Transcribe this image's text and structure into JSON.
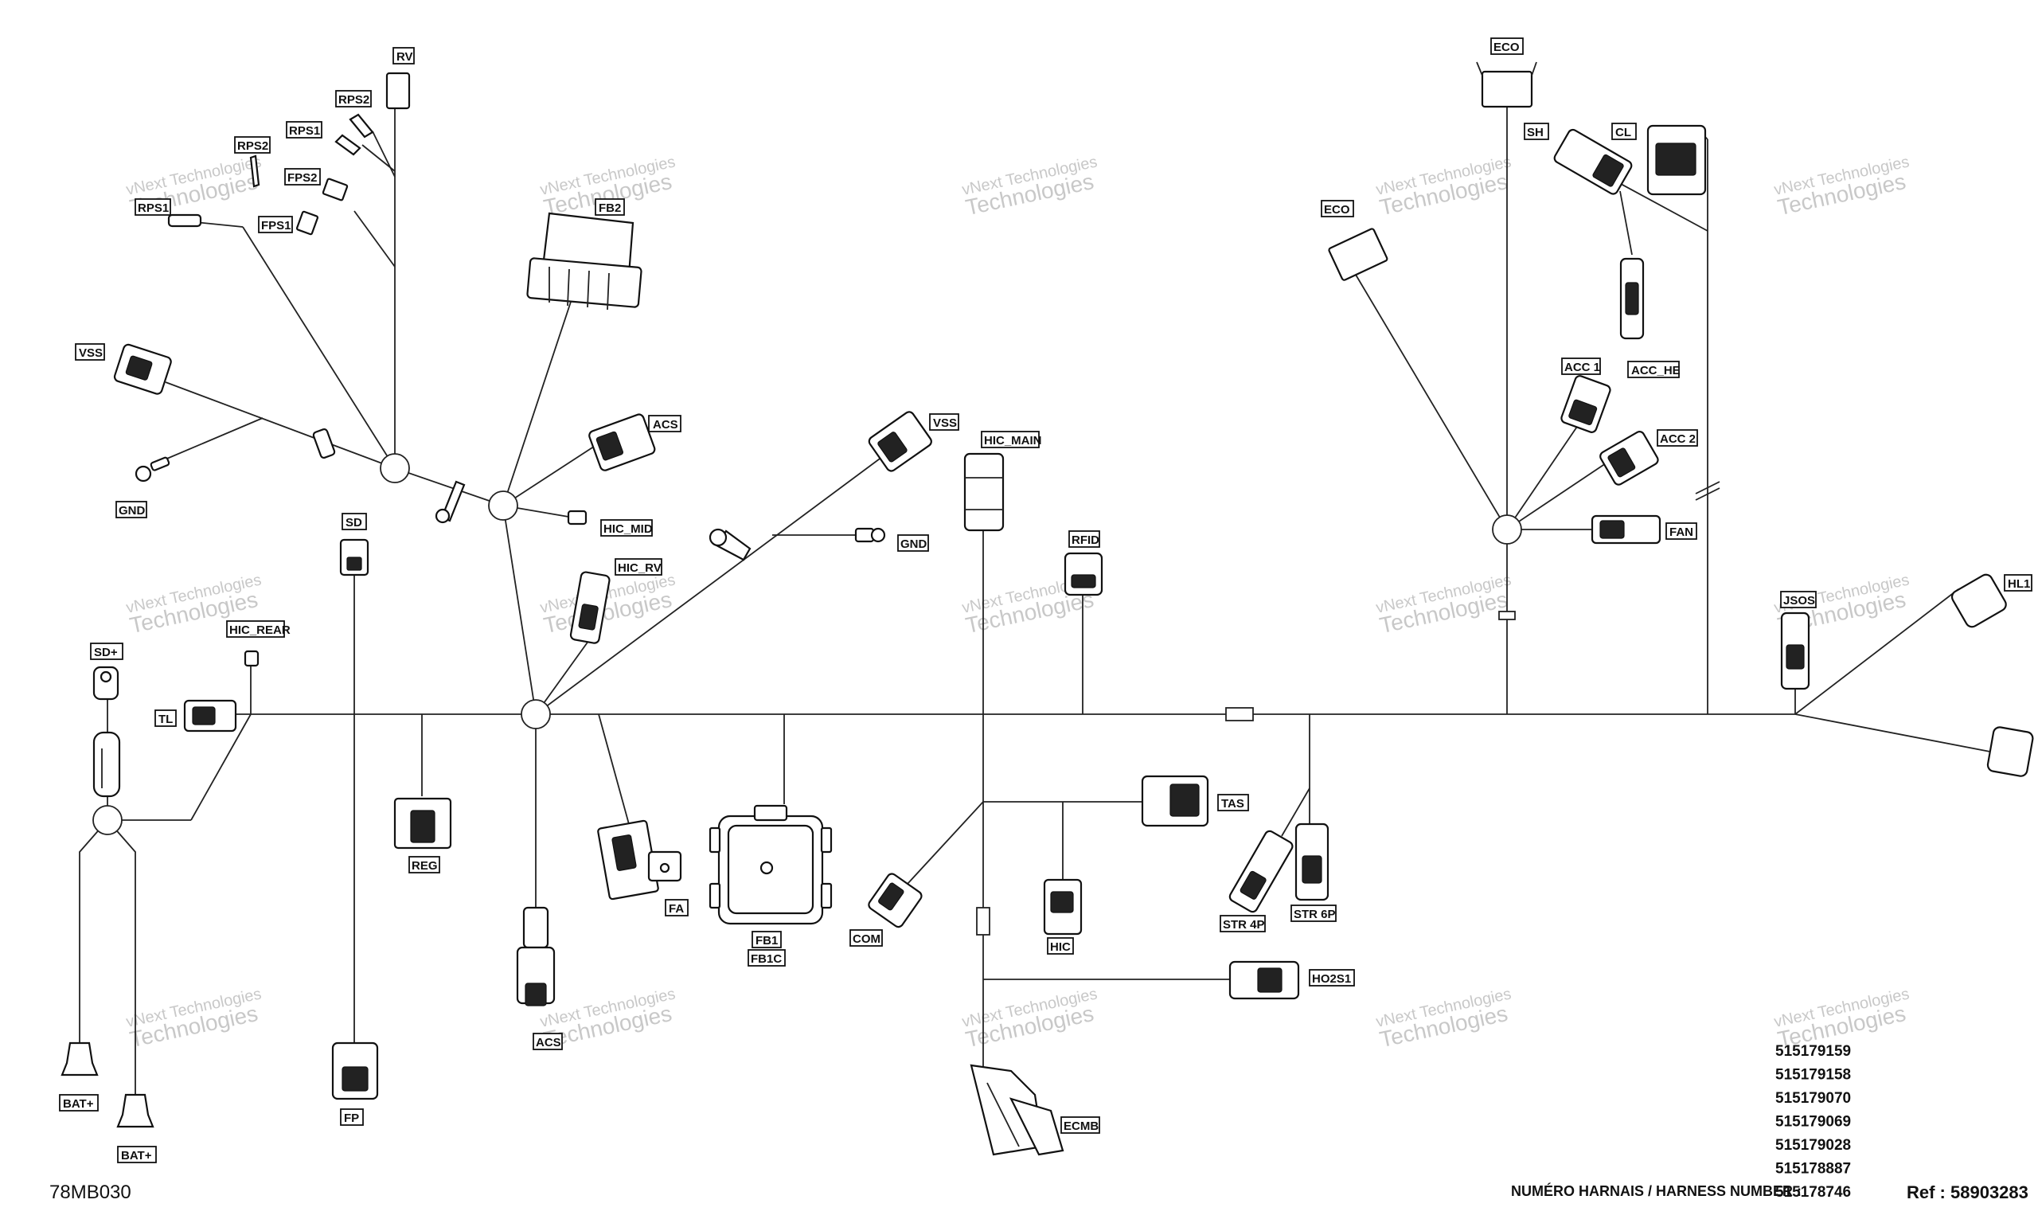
{
  "drawing_code": "78MB030",
  "harness_label": "NUMÉRO HARNAIS / HARNESS NUMBER :",
  "ref_label": "Ref : 58903283",
  "harness_numbers": [
    "515179159",
    "515179158",
    "515179070",
    "515179069",
    "515179028",
    "515178887",
    "515178746"
  ],
  "watermark": {
    "line1": "vNext Technologies",
    "line2": "Technologies"
  },
  "labels": {
    "RV": "RV",
    "RPS2_a": "RPS2",
    "RPS1_a": "RPS1",
    "RPS2_b": "RPS2",
    "FPS2": "FPS2",
    "RPS1_b": "RPS1",
    "FPS1": "FPS1",
    "VSS_a": "VSS",
    "GND_a": "GND",
    "FB2": "FB2",
    "ACS_a": "ACS",
    "HIC_MID": "HIC_MID",
    "VSS_b": "VSS",
    "HIC_MAIN": "HIC_MAIN",
    "GND_b": "GND",
    "SD": "SD",
    "HIC_RV": "HIC_RV",
    "RFID": "RFID",
    "SD_PLUS": "SD+",
    "HIC_REAR": "HIC_REAR",
    "TL": "TL",
    "REG": "REG",
    "FA": "FA",
    "FB1": "FB1",
    "FB1C": "FB1C",
    "COM": "COM",
    "HIC": "HIC",
    "TAS": "TAS",
    "STR4P": "STR 4P",
    "STR6P": "STR 6P",
    "HO2S1": "HO2S1",
    "ACS_b": "ACS",
    "FP": "FP",
    "BAT_a": "BAT+",
    "BAT_b": "BAT+",
    "ECMB": "ECMB",
    "ECO_a": "ECO",
    "ECO_b": "ECO",
    "SH": "SH",
    "CL": "CL",
    "ACC1": "ACC 1",
    "ACC_HE": "ACC_HE",
    "ACC2": "ACC 2",
    "FAN": "FAN",
    "HL1": "HL1",
    "JSOS": "JSOS"
  },
  "colors": {
    "line": "#222222",
    "watermark": "#c8c8c8"
  }
}
